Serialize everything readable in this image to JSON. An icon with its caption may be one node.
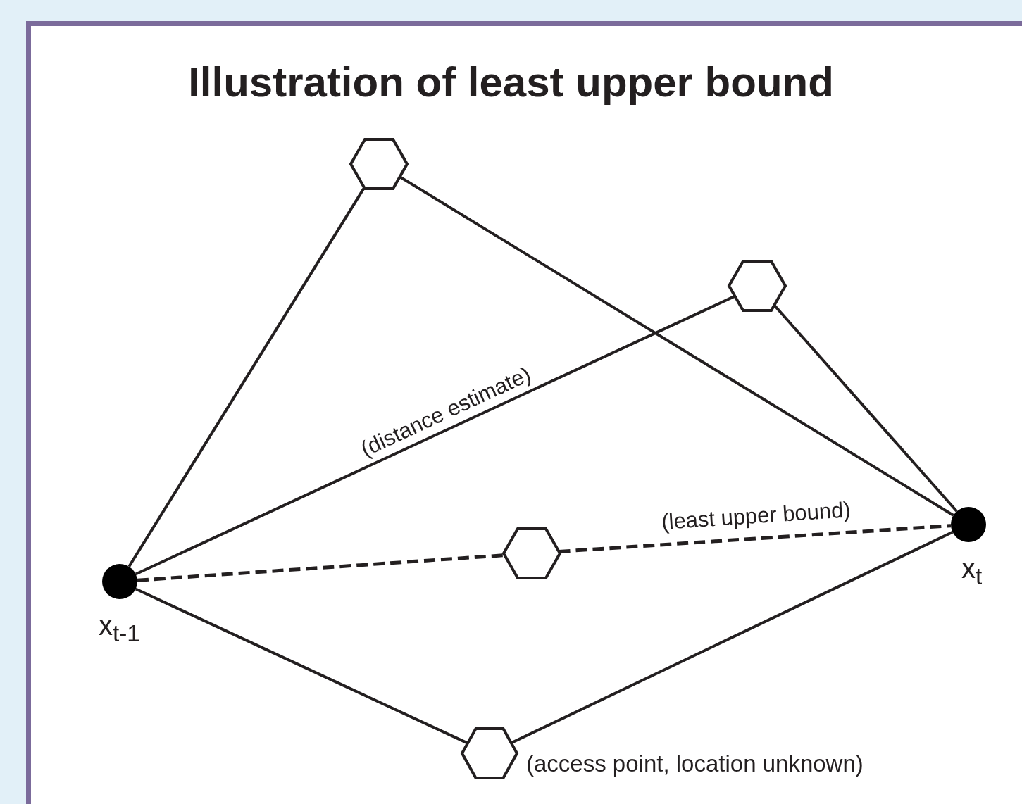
{
  "diagram": {
    "title": "Illustration of least upper bound",
    "nodes": [
      {
        "text": [],
        "shape": "hexagon"
      },
      {
        "text": [],
        "shape": "hexagon"
      },
      {
        "text": [],
        "shape": "circle",
        "beside": [
          "x$_{t-1}$"
        ]
      },
      {
        "text": [],
        "shape": "hexagon"
      },
      {
        "text": [],
        "shape": "circle",
        "beside": [
          "x$_{t}$"
        ]
      },
      {
        "text": [],
        "shape": "hexagon",
        "beside": [
          "(access point, location unknown)"
        ]
      }
    ],
    "edges": [
      {
        "from": 2,
        "to": 0,
        "arrow": "none"
      },
      {
        "from": 0,
        "to": 4,
        "arrow": "none"
      },
      {
        "from": 2,
        "to": 1,
        "arrow": "none",
        "label": "(distance estimate)"
      },
      {
        "from": 1,
        "to": 4,
        "arrow": "none"
      },
      {
        "from": 2,
        "to": 3,
        "arrow": "none",
        "style": "dashed"
      },
      {
        "from": 3,
        "to": 4,
        "arrow": "none",
        "style": "dashed",
        "label": "(least upper bound)"
      },
      {
        "from": 2,
        "to": 5,
        "arrow": "none"
      },
      {
        "from": 5,
        "to": 4,
        "arrow": "none"
      }
    ]
  }
}
